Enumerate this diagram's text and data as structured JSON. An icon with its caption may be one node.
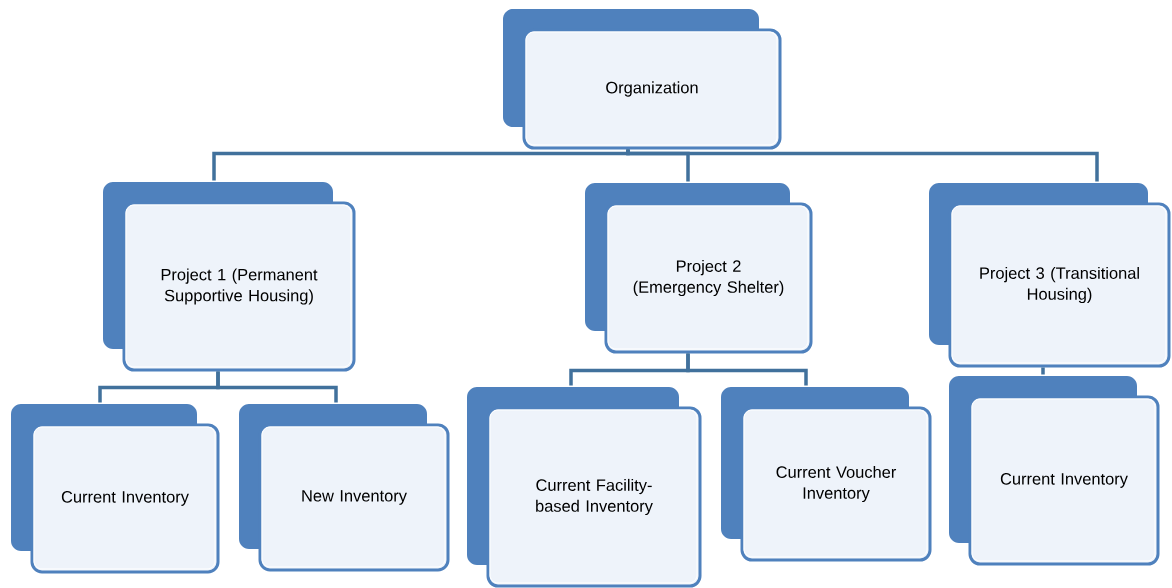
{
  "diagram": {
    "nodes": [
      {
        "text": [
          "Organization"
        ]
      },
      {
        "text": [
          "Project 1 (Permanent Supportive Housing)"
        ]
      },
      {
        "text": [
          "Project 2 (Emergency Shelter)"
        ]
      },
      {
        "text": [
          "Project 3 (Transitional Housing)"
        ]
      },
      {
        "text": [
          "Current Inventory"
        ]
      },
      {
        "text": [
          "New Inventory"
        ]
      },
      {
        "text": [
          "Current Facility-based Inventory"
        ]
      },
      {
        "text": [
          "Current Voucher Inventory"
        ]
      },
      {
        "text": [
          "Current Inventory"
        ]
      }
    ],
    "edges": [
      {
        "from": 0,
        "to": 1,
        "arrow": "none"
      },
      {
        "from": 0,
        "to": 2,
        "arrow": "none"
      },
      {
        "from": 0,
        "to": 3,
        "arrow": "none"
      },
      {
        "from": 1,
        "to": 4,
        "arrow": "none"
      },
      {
        "from": 1,
        "to": 5,
        "arrow": "none"
      },
      {
        "from": 2,
        "to": 6,
        "arrow": "none"
      },
      {
        "from": 2,
        "to": 7,
        "arrow": "none"
      },
      {
        "from": 3,
        "to": 8,
        "arrow": "none"
      }
    ]
  }
}
